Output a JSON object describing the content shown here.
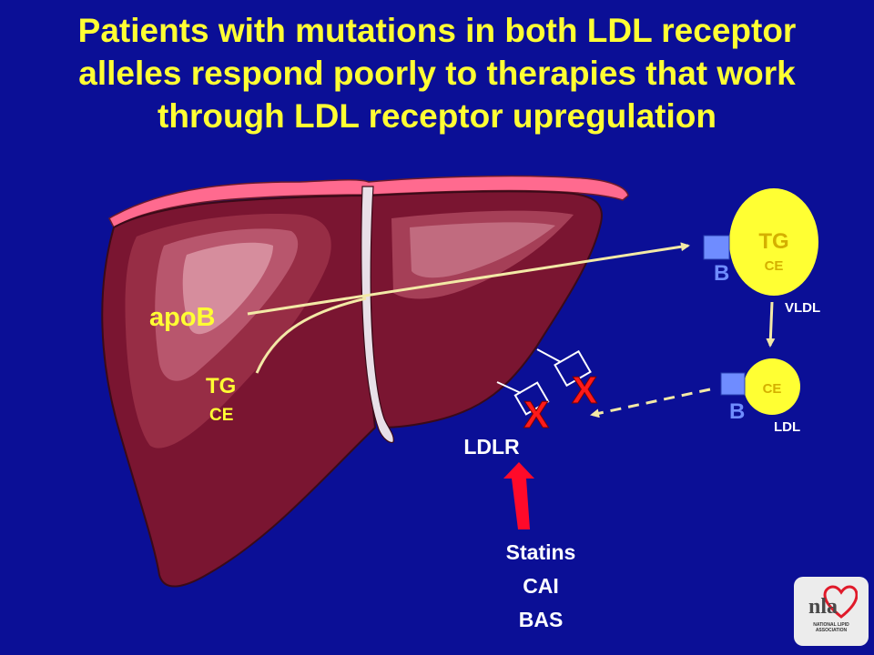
{
  "title": {
    "line1": "Patients with mutations in both LDL receptor",
    "line2": "alleles respond poorly to therapies that work",
    "line3": "through LDL receptor upregulation"
  },
  "liver": {
    "apob_label": "apoB",
    "tg_label": "TG",
    "ce_label": "CE"
  },
  "vldl": {
    "tg": "TG",
    "ce": "CE",
    "b": "B",
    "label": "VLDL"
  },
  "ldl": {
    "ce": "CE",
    "b": "B",
    "label": "LDL"
  },
  "receptor": {
    "label": "LDLR",
    "x1": "X",
    "x2": "X"
  },
  "therapies": {
    "item1": "Statins",
    "item2": "CAI",
    "item3": "BAS"
  },
  "logo": {
    "mark": "nla",
    "name": "NATIONAL LIPID ASSOCIATION"
  },
  "colors": {
    "background": "#0b0f96",
    "title": "#ffff33",
    "liver": "#7a1531",
    "arrow_red": "#ff0a2a",
    "x_red": "#ff1a1a",
    "lipoprotein": "#ffff33",
    "apob_box": "#6f8cff"
  }
}
